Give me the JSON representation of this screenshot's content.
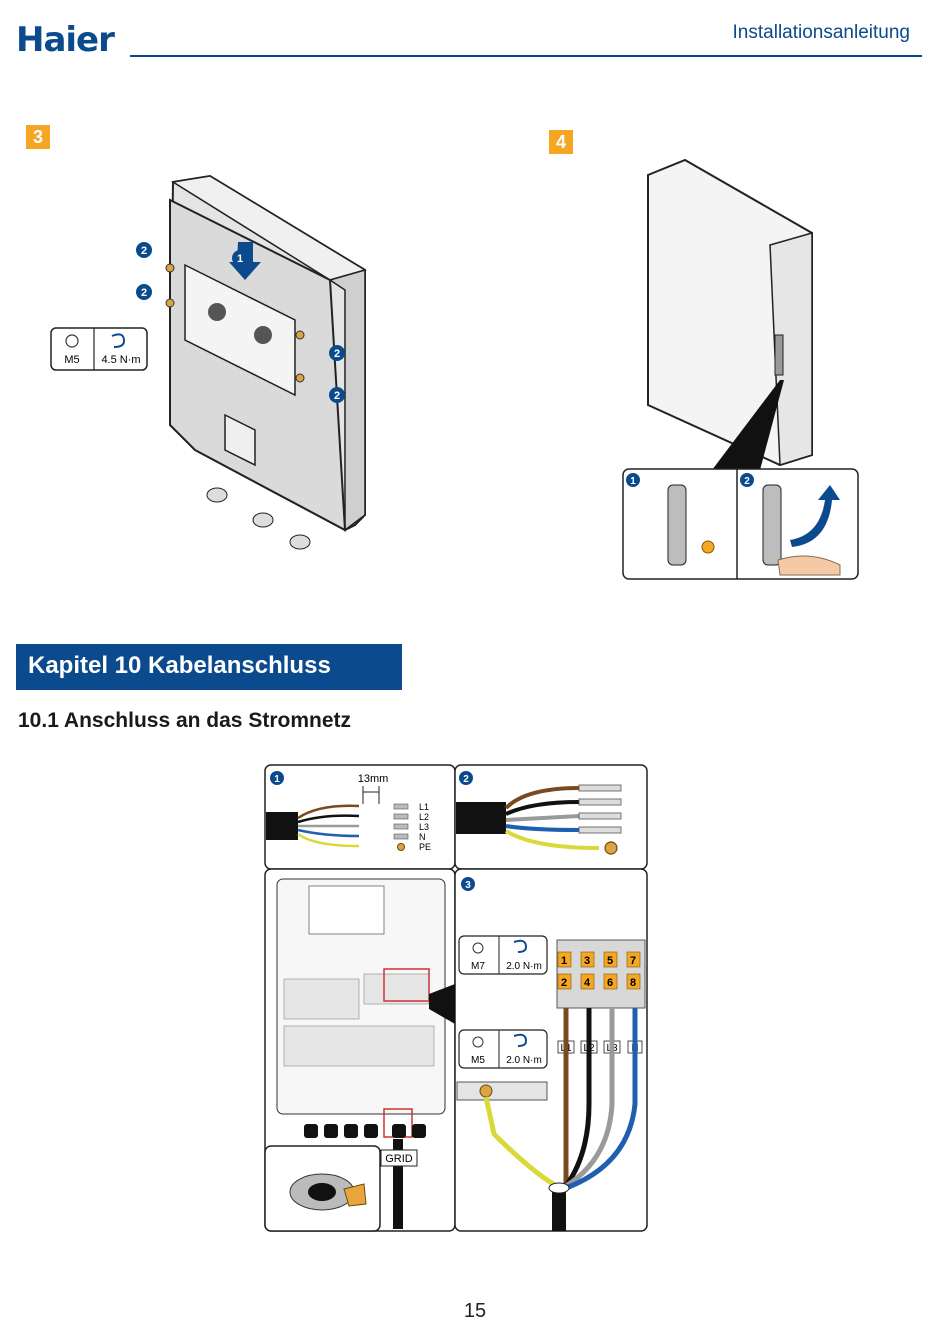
{
  "header": {
    "logo": "Haier",
    "title": "Installationsanleitung"
  },
  "step3": {
    "badge": "3",
    "callouts": [
      "1",
      "2",
      "2",
      "2",
      "2"
    ],
    "spec": {
      "bolt": "M5",
      "torque": "4.5 N·m"
    }
  },
  "step4": {
    "badge": "4",
    "sub_steps": [
      "1",
      "2"
    ]
  },
  "chapter": {
    "title": "Kapitel 10 Kabelanschluss"
  },
  "section": {
    "title": "10.1 Anschluss an das Stromnetz"
  },
  "diagram": {
    "panel_numbers": [
      "1",
      "2",
      "3"
    ],
    "strip_length": "13mm",
    "wire_labels": [
      "L1",
      "L2",
      "L3",
      "N",
      "PE"
    ],
    "spec_top": {
      "bolt": "M7",
      "torque": "2.0 N·m"
    },
    "spec_bottom": {
      "bolt": "M5",
      "torque": "2.0 N·m"
    },
    "terminal_numbers": [
      "1",
      "3",
      "5",
      "7",
      "2",
      "4",
      "6",
      "8"
    ],
    "phase_labels": [
      "L1",
      "L2",
      "L3",
      "N"
    ],
    "grid_label": "GRID"
  },
  "page_number": "15",
  "colors": {
    "brand_blue": "#0b4a8c",
    "badge_orange": "#f5a623",
    "wire_brown": "#7a4a1e",
    "wire_black": "#111111",
    "wire_gray": "#9a9a9a",
    "wire_blue": "#1f5fb0",
    "wire_pe": "#d9d93a"
  }
}
